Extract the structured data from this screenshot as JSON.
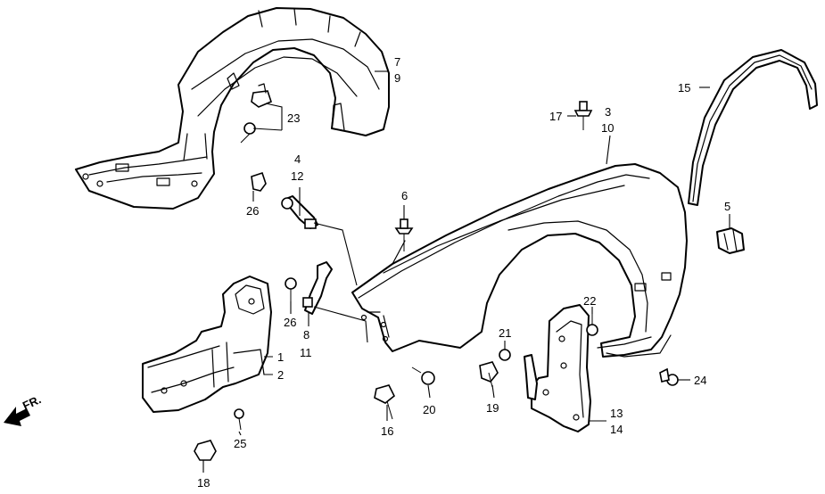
{
  "callouts": [
    {
      "id": "c1",
      "text": "1"
    },
    {
      "id": "c2",
      "text": "2"
    },
    {
      "id": "c3",
      "text": "3"
    },
    {
      "id": "c4",
      "text": "4"
    },
    {
      "id": "c5",
      "text": "5"
    },
    {
      "id": "c6",
      "text": "6"
    },
    {
      "id": "c7",
      "text": "7"
    },
    {
      "id": "c8",
      "text": "8"
    },
    {
      "id": "c9",
      "text": "9"
    },
    {
      "id": "c10",
      "text": "10"
    },
    {
      "id": "c11",
      "text": "11"
    },
    {
      "id": "c12",
      "text": "12"
    },
    {
      "id": "c13",
      "text": "13"
    },
    {
      "id": "c14",
      "text": "14"
    },
    {
      "id": "c15",
      "text": "15"
    },
    {
      "id": "c16",
      "text": "16"
    },
    {
      "id": "c17",
      "text": "17"
    },
    {
      "id": "c18",
      "text": "18"
    },
    {
      "id": "c19",
      "text": "19"
    },
    {
      "id": "c20",
      "text": "20"
    },
    {
      "id": "c21",
      "text": "21"
    },
    {
      "id": "c22",
      "text": "22"
    },
    {
      "id": "c23",
      "text": "23"
    },
    {
      "id": "c24",
      "text": "24"
    },
    {
      "id": "c25",
      "text": "25"
    },
    {
      "id": "c26a",
      "text": "26"
    },
    {
      "id": "c26b",
      "text": "26"
    }
  ],
  "direction_label": "FR."
}
